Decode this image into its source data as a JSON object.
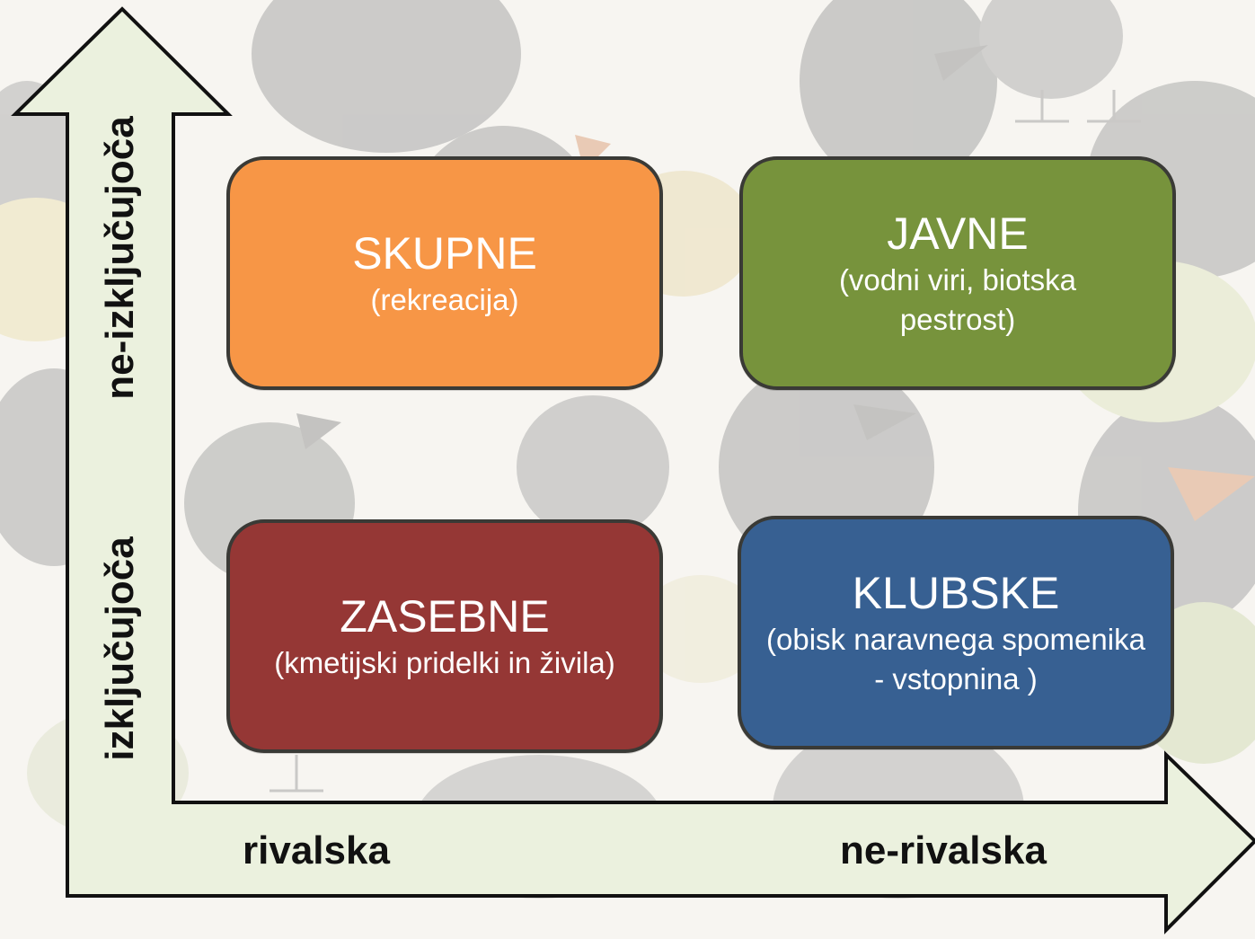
{
  "diagram": {
    "y_axis": {
      "top_label": "ne-izključujoča",
      "bottom_label": "izključujoča"
    },
    "x_axis": {
      "left_label": "rivalska",
      "right_label": "ne-rivalska"
    },
    "quadrants": {
      "top_left": {
        "title": "SKUPNE",
        "description": "(rekreacija)",
        "color": "#f79646"
      },
      "top_right": {
        "title": "JAVNE",
        "description": "(vodni viri, biotska pestrost)",
        "color": "#77933c"
      },
      "bottom_left": {
        "title": "ZASEBNE",
        "description": "(kmetijski pridelki in živila)",
        "color": "#953735"
      },
      "bottom_right": {
        "title": "KLUBSKE",
        "description": "(obisk naravnega spomenika - vstopnina )",
        "color": "#376092"
      }
    },
    "arrow_fill": "#ebf1de",
    "arrow_stroke": "#111111"
  }
}
